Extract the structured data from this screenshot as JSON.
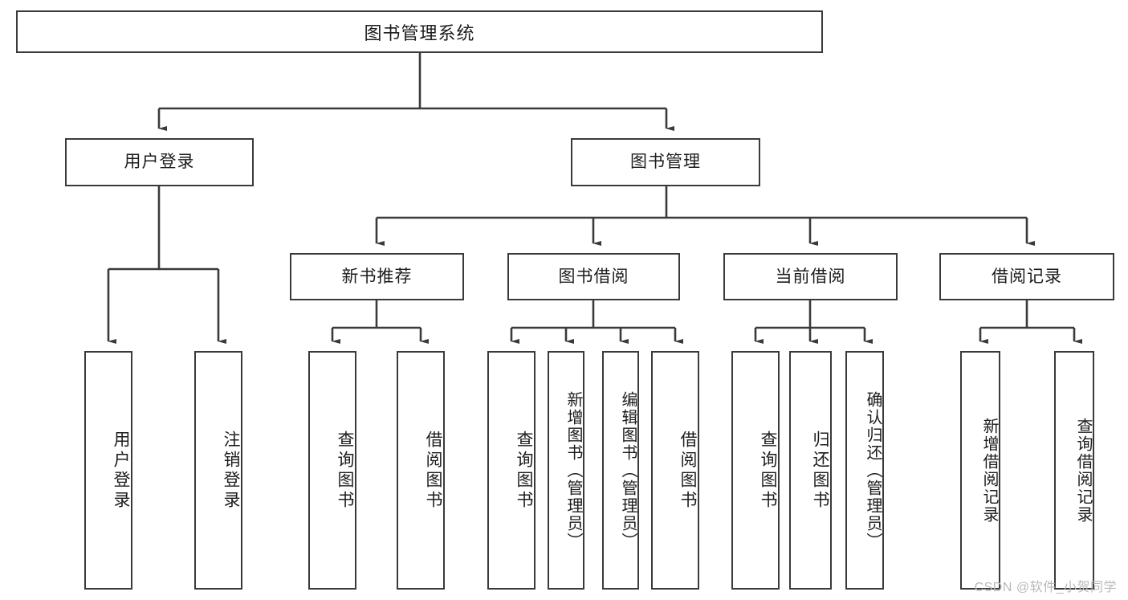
{
  "diagram": {
    "title": "图书管理系统",
    "watermark": "CSDN @软件_小贺同学",
    "colors": {
      "stroke": "#3a3a3a",
      "fill": "#ffffff",
      "text": "#1c1c1c",
      "watermark": "#b9b9b9"
    },
    "root": {
      "label": "图书管理系统"
    },
    "level2": [
      {
        "label": "用户登录"
      },
      {
        "label": "图书管理"
      }
    ],
    "level3": [
      {
        "label": "新书推荐"
      },
      {
        "label": "图书借阅"
      },
      {
        "label": "当前借阅"
      },
      {
        "label": "借阅记录"
      }
    ],
    "leaves": {
      "user_login": [
        {
          "label": "用户登录"
        },
        {
          "label": "注销登录"
        }
      ],
      "new_book_recommend": [
        {
          "label": "查询图书"
        },
        {
          "label": "借阅图书"
        }
      ],
      "book_borrow": [
        {
          "label": "查询图书"
        },
        {
          "label": "新增图书（管理员）"
        },
        {
          "label": "编辑图书（管理员）"
        },
        {
          "label": "借阅图书"
        }
      ],
      "current_borrow": [
        {
          "label": "查询图书"
        },
        {
          "label": "归还图书"
        },
        {
          "label": "确认归还（管理员）"
        }
      ],
      "borrow_record": [
        {
          "label": "新增借阅记录"
        },
        {
          "label": "查询借阅记录"
        }
      ]
    }
  }
}
